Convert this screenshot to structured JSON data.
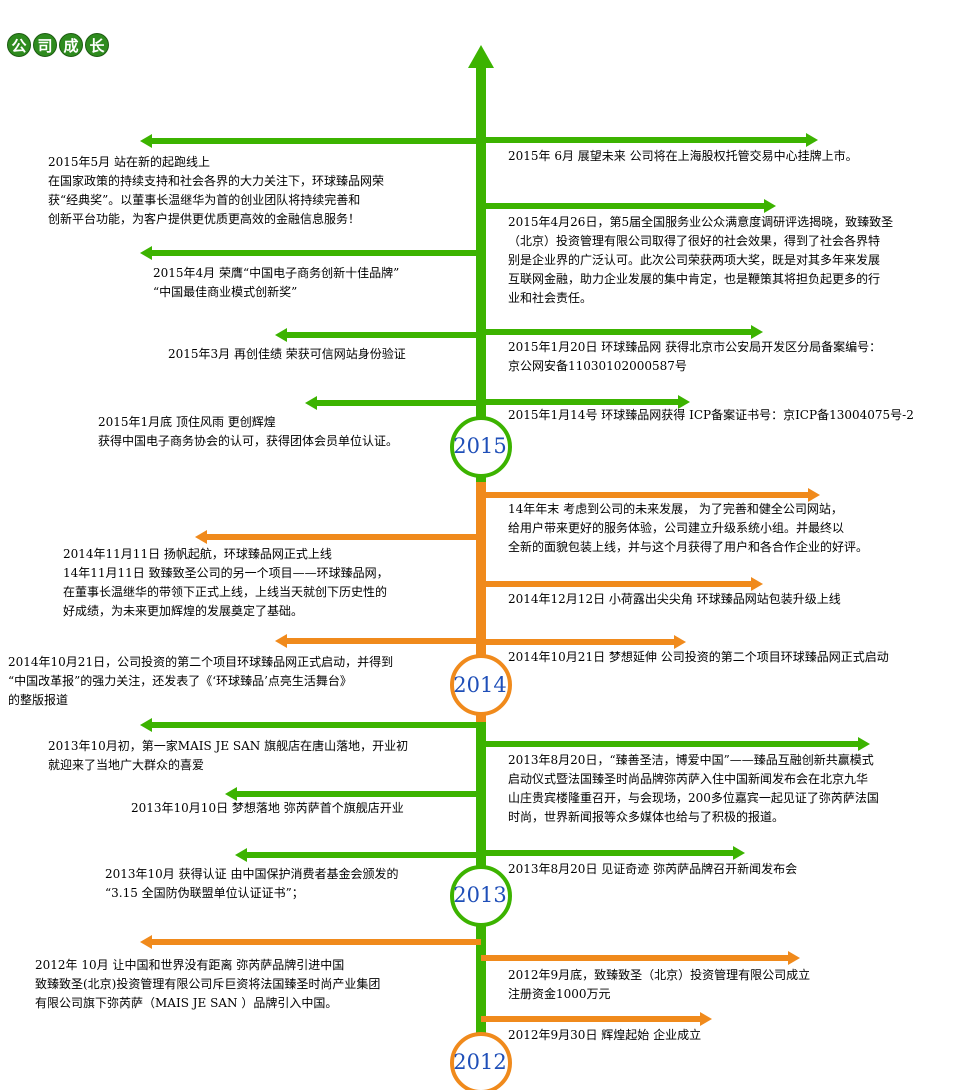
{
  "title": [
    "公",
    "司",
    "成",
    "长"
  ],
  "colors": {
    "green": "#3cb300",
    "orange": "#f08a1c",
    "year_text": "#1f4fb8"
  },
  "years": [
    "2015",
    "2014",
    "2013",
    "2012"
  ],
  "left": [
    "2015年5月 站在新的起跑线上\n在国家政策的持续支持和社会各界的大力关注下，环球臻品网荣\n获“经典奖”。以董事长温继华为首的创业团队将持续完善和\n创新平台功能，为客户提供更优质更高效的金融信息服务！",
    "2015年4月 荣膺“中国电子商务创新十佳品牌”\n“中国最佳商业模式创新奖”",
    "2015年3月 再创佳绩 荣获可信网站身份验证",
    "2015年1月底 顶住风雨 更创辉煌\n获得中国电子商务协会的认可，获得团体会员单位认证。",
    "2014年11月11日 扬帆起航，环球臻品网正式上线\n14年11月11日 致臻致圣公司的另一个项目——环球臻品网，\n在董事长温继华的带领下正式上线，上线当天就创下历史性的\n好成绩，为未来更加辉煌的发展奠定了基础。",
    "2014年10月21日，公司投资的第二个项目环球臻品网正式启动，并得到\n“中国改革报”的强力关注，还发表了《‘环球臻品’点亮生活舞台》\n的整版报道",
    "2013年10月初，第一家MAIS JE SAN 旗舰店在唐山落地，开业初\n就迎来了当地广大群众的喜爱",
    "2013年10月10日 梦想落地 弥芮萨首个旗舰店开业",
    "2013年10月 获得认证 由中国保护消费者基金会颁发的\n“3.15 全国防伪联盟单位认证证书”；",
    "2012年 10月 让中国和世界没有距离 弥芮萨品牌引进中国\n致臻致圣(北京)投资管理有限公司斥巨资将法国臻圣时尚产业集团\n有限公司旗下弥芮萨（MAIS JE SAN ）品牌引入中国。"
  ],
  "right": [
    "2015年 6月 展望未来 公司将在上海股权托管交易中心挂牌上市。",
    "2015年4月26日，第5届全国服务业公众满意度调研评选揭晓，致臻致圣\n（北京）投资管理有限公司取得了很好的社会效果，得到了社会各界特\n别是企业界的广泛认可。此次公司荣获两项大奖，既是对其多年来发展\n互联网金融，助力企业发展的集中肯定，也是鞭策其将担负起更多的行\n业和社会责任。",
    "2015年1月20日 环球臻品网 获得北京市公安局开发区分局备案编号：\n京公网安备11030102000587号",
    "2015年1月14号 环球臻品网获得 ICP备案证书号：京ICP备13004075号-2",
    "14年年末 考虑到公司的未来发展， 为了完善和健全公司网站，\n给用户带来更好的服务体验，公司建立升级系统小组。并最终以\n全新的面貌包装上线，并与这个月获得了用户和各合作企业的好评。",
    "2014年12月12日 小荷露出尖尖角 环球臻品网站包装升级上线",
    "2014年10月21日 梦想延伸 公司投资的第二个项目环球臻品网正式启动",
    "2013年8月20日，“臻善圣洁，博爱中国”——臻品互融创新共赢模式\n启动仪式暨法国臻圣时尚品牌弥芮萨入住中国新闻发布会在北京九华\n山庄贵宾楼隆重召开，与会现场，200多位嘉宾一起见证了弥芮萨法国\n时尚，世界新闻报等众多媒体也给与了积极的报道。",
    "2013年8月20日 见证奇迹 弥芮萨品牌召开新闻发布会",
    "2012年9月底，致臻致圣（北京）投资管理有限公司成立\n注册资金1000万元",
    "2012年9月30日 辉煌起始 企业成立"
  ]
}
